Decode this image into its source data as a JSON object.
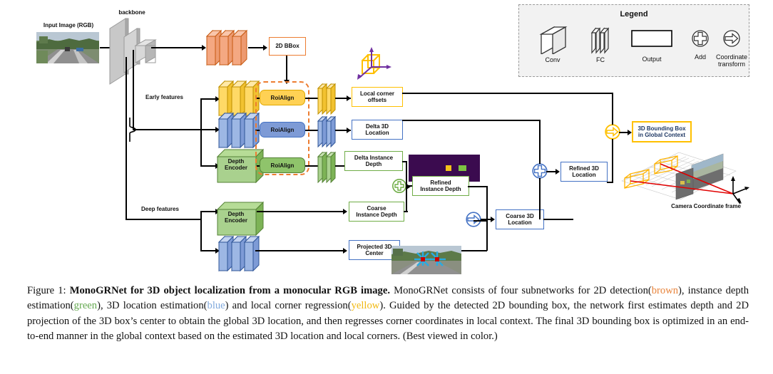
{
  "figure": {
    "backbone_label": "backbone",
    "input_label": "Input Image (RGB)",
    "early_features_label": "Early features",
    "deep_features_label": "Deep features",
    "depth_encoder_label": "Depth\nEncoder",
    "roialign_label": "RoiAlign",
    "camera_frame_label": "Camera Coordinate frame",
    "boxes": {
      "bbox2d": "2D BBox",
      "local_corner": "Local corner\noffsets",
      "delta3d": "Delta 3D\nLocation",
      "delta_instance_depth": "Delta Instance\nDepth",
      "coarse_instance_depth": "Coarse\nInstance Depth",
      "refined_instance_depth": "Refined\nInstance Depth",
      "projected_center": "Projected 3D\nCenter",
      "coarse3d": "Coarse 3D\nLocation",
      "refined3d": "Refined 3D\nLocation",
      "bbox3d_global": "3D Bounding Box\nin Global Context"
    },
    "colors": {
      "brown": "#ED7D31",
      "yellow": "#FFC000",
      "blue": "#4472C4",
      "green": "#70AD47",
      "gray": "#BFBFBF",
      "purple_axis": "#7030A0",
      "depthmap": "#3B0B4F",
      "red_ray": "#E00000"
    }
  },
  "legend": {
    "title": "Legend",
    "items": [
      {
        "icon": "conv-icon",
        "label": "Conv"
      },
      {
        "icon": "fc-icon",
        "label": "FC"
      },
      {
        "icon": "output-icon",
        "label": "Output"
      },
      {
        "icon": "add-icon",
        "label": "Add"
      },
      {
        "icon": "coordinate-transform-icon",
        "label": "Coordinate\ntransform"
      }
    ]
  },
  "caption": {
    "prefix": "Figure 1: ",
    "bold_title": "MonoGRNet for 3D object localization from a monocular RGB image.",
    "t1": " MonoGRNet consists of four subnetworks for 2D detection(",
    "brown": "brown",
    "t2": "), instance depth estimation(",
    "green": "green",
    "t3": "), 3D location estimation(",
    "blue": "blue",
    "t4": ") and local corner regression(",
    "yellow": "yellow",
    "t5": "). Guided by the detected 2D bounding box, the network first estimates depth and 2D projection of the 3D box’s center to obtain the global 3D location, and then regresses corner coordinates in local context. The final 3D bounding box is optimized in an end-to-end manner in the global context based on the estimated 3D location and local corners. (Best viewed in color.)"
  }
}
